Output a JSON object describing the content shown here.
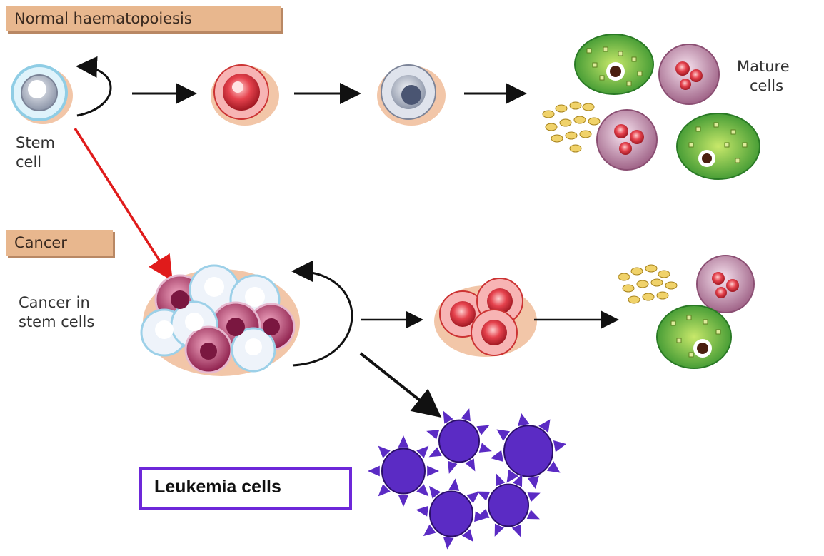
{
  "labels": {
    "normal_header": "Normal haematopoiesis",
    "cancer_header": "Cancer",
    "stem_cell_line1": "Stem",
    "stem_cell_line2": "cell",
    "mature_line1": "Mature",
    "mature_line2": "cells",
    "cancer_stem_line1": "Cancer in",
    "cancer_stem_line2": "stem cells",
    "leukemia": "Leukemia cells"
  },
  "colors": {
    "header_tag": "#e8b78e",
    "red_arrow": "#e01b1b",
    "leukemia_cell": "#5b2bc4",
    "leukemia_border": "#6d28d9",
    "mature_green": "#3fa33a",
    "red_cell": "#d6323c"
  }
}
